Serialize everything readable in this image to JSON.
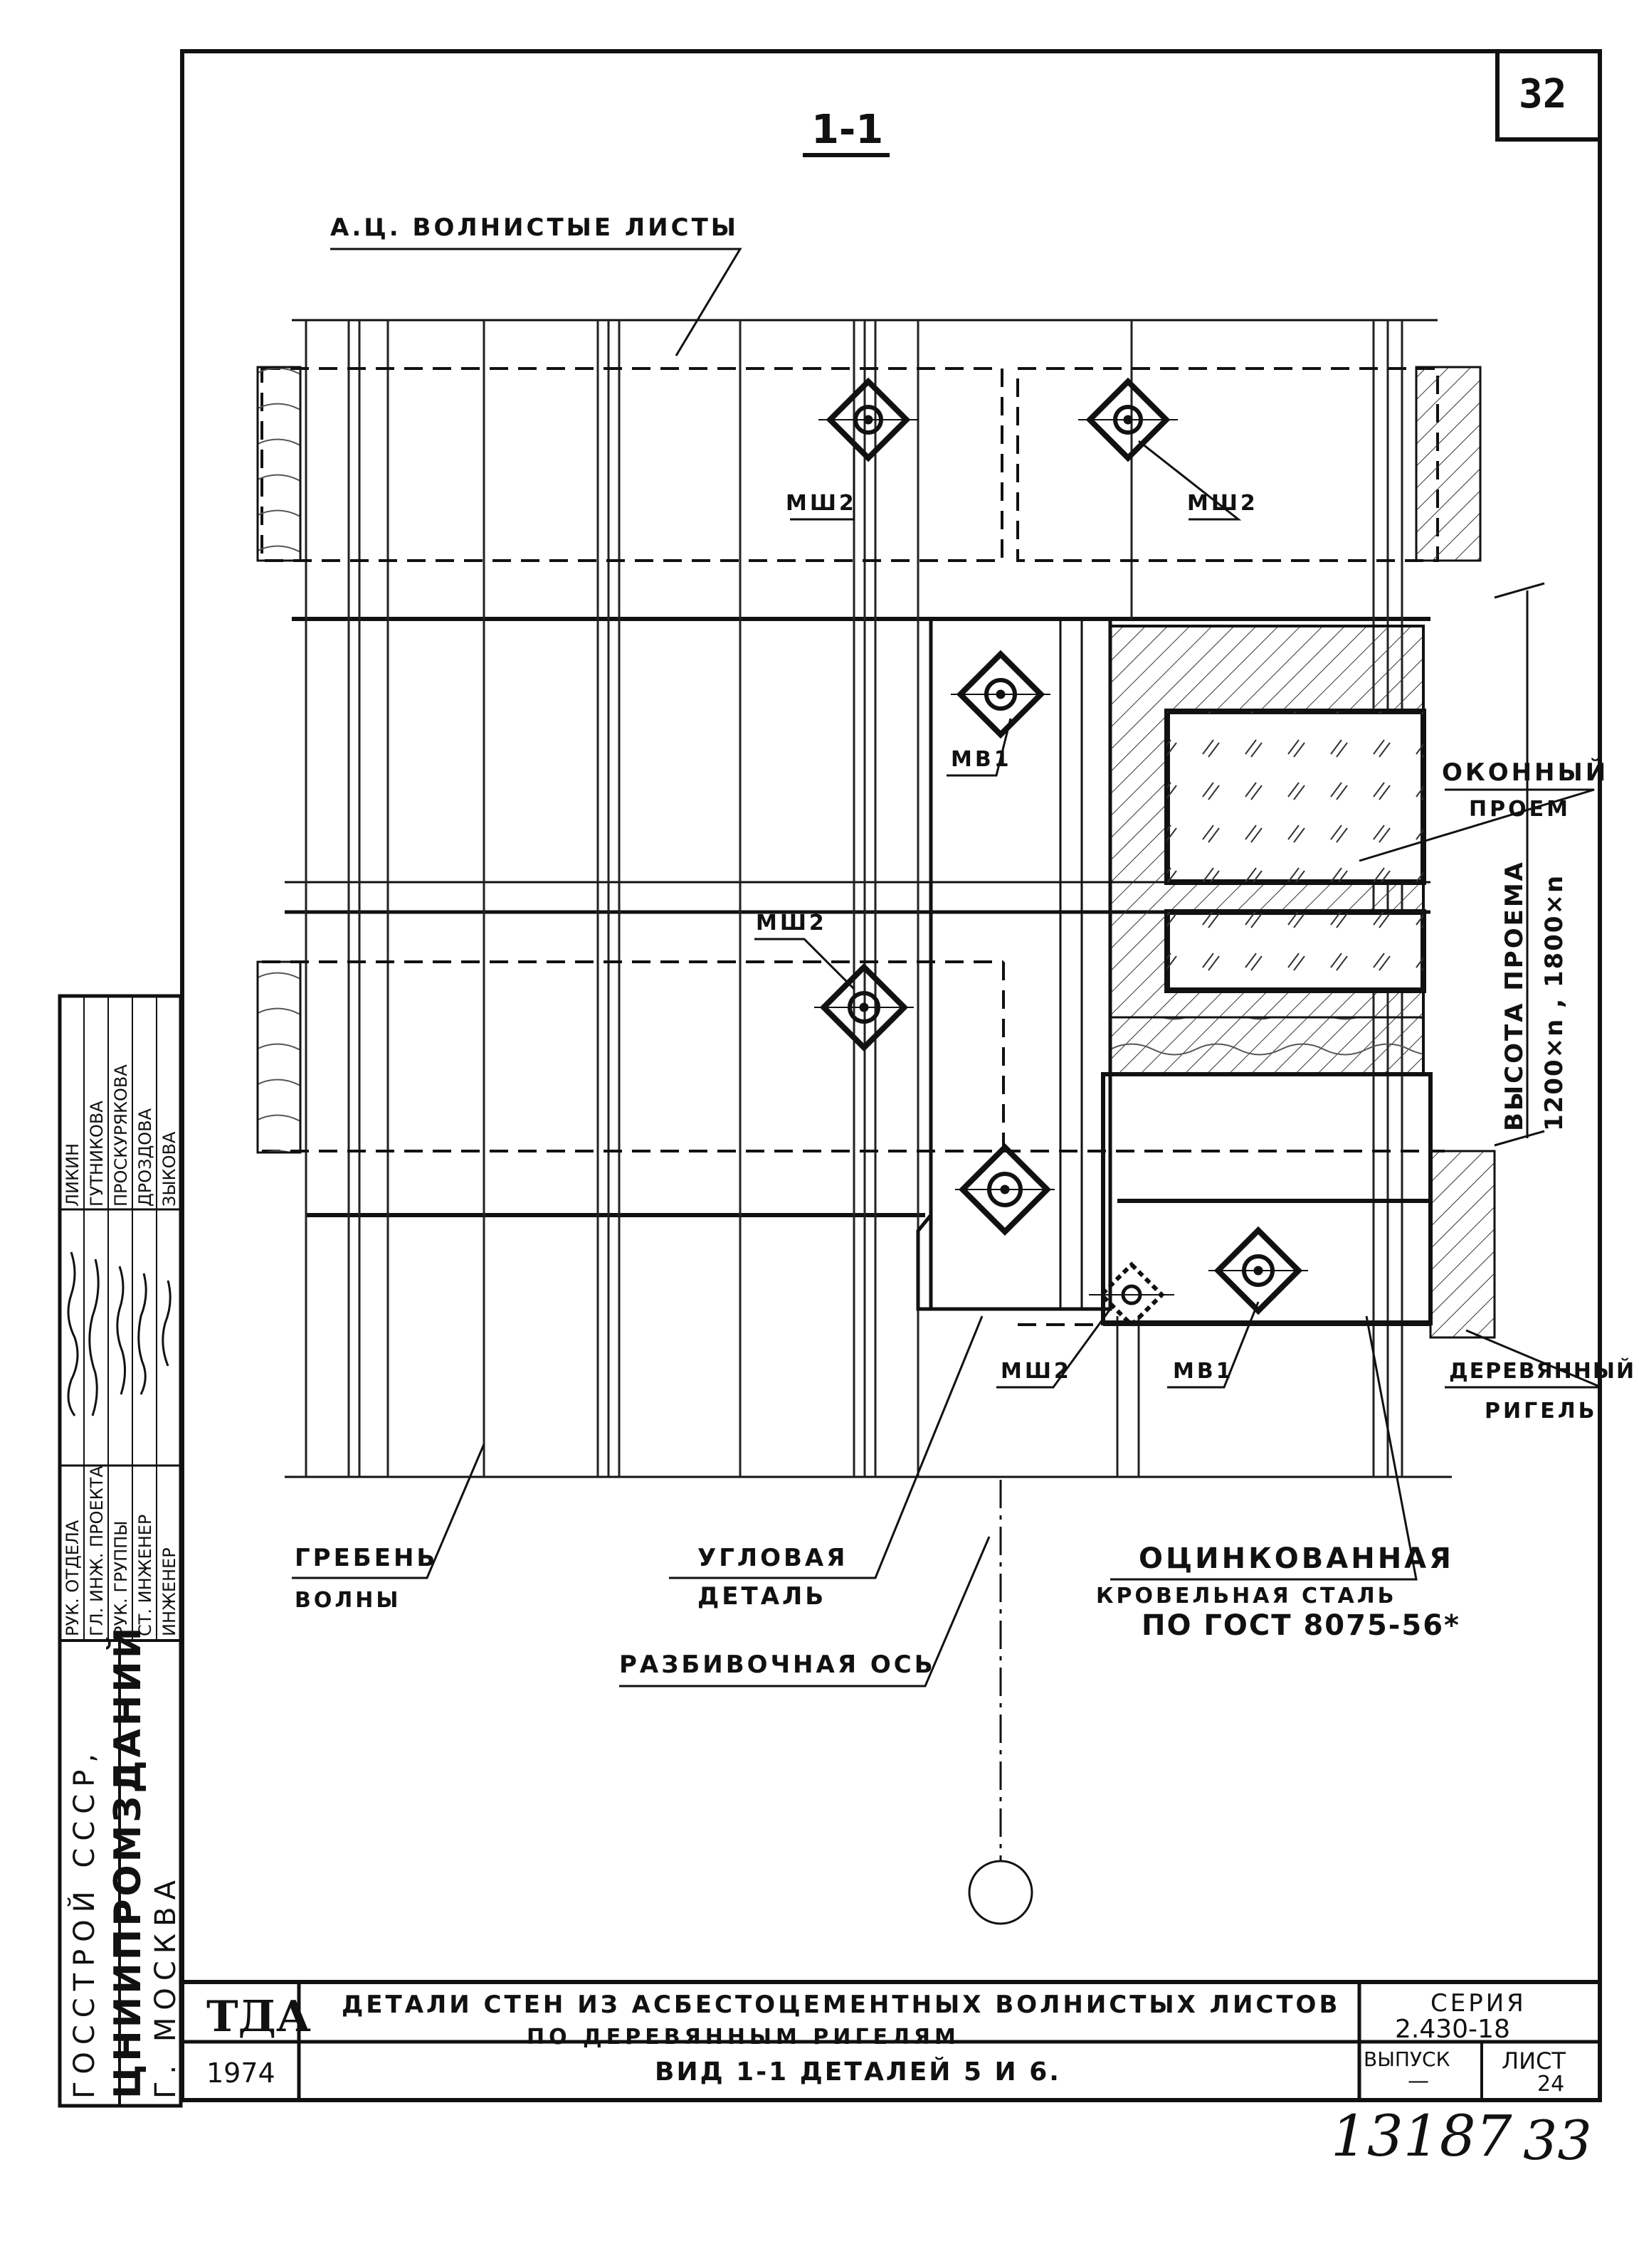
{
  "sheet": {
    "page_number": "32",
    "section_mark": "1-1",
    "handwritten_number": "13187",
    "handwritten_page": "33"
  },
  "labels": {
    "top_sheets": "А.Ц. ВОЛНИСТЫЕ ЛИСТЫ",
    "msh2_a": "МШ2",
    "msh2_b": "МШ2",
    "msh2_c": "МШ2",
    "msh2_d": "МШ2",
    "mv1_a": "МВ1",
    "mv1_b": "МВ1",
    "window_opening_1": "ОКОННЫЙ",
    "window_opening_2": "ПРОЕМ",
    "opening_height_1": "ВЫСОТА ПРОЕМА",
    "opening_height_2": "1200×n , 1800×n",
    "wood_girt_1": "ДЕРЕВЯННЫЙ",
    "wood_girt_2": "РИГЕЛЬ",
    "wave_crest_1": "ГРЕБЕНЬ",
    "wave_crest_2": "ВОЛНЫ",
    "corner_detail_1": "УГЛОВАЯ",
    "corner_detail_2": "ДЕТАЛЬ",
    "galvanized_1": "ОЦИНКОВАННАЯ",
    "galvanized_2": "КРОВЕЛЬНАЯ СТАЛЬ",
    "galvanized_3": "ПО ГОСТ 8075-56*",
    "layout_axis": "РАЗБИВОЧНАЯ ОСЬ"
  },
  "stamp": {
    "org_1": "ГОССТРОЙ СССР,",
    "org_2": "ЦНИИПРОМЗДАНИЙ",
    "org_3": "Г. МОСКВА",
    "roles": [
      "РУК. ОТДЕЛА",
      "ГЛ. ИНЖ. ПРОЕКТА",
      "РУК. ГРУППЫ",
      "СТ. ИНЖЕНЕР",
      "ИНЖЕНЕР"
    ],
    "names": [
      "ЛИКИН",
      "ГУТНИКОВА",
      "ПРОСКУРЯКОВА",
      "ДРОЗДОВА",
      "ЗЫКОВА"
    ]
  },
  "title_block": {
    "logo": "ТДА",
    "year": "1974",
    "title_1": "ДЕТАЛИ СТЕН ИЗ АСБЕСТОЦЕМЕНТНЫХ ВОЛНИСТЫХ ЛИСТОВ",
    "title_2": "ПО ДЕРЕВЯННЫМ РИГЕЛЯМ",
    "subtitle": "ВИД 1-1 ДЕТАЛЕЙ 5 И 6.",
    "series_label": "СЕРИЯ",
    "series_value": "2.430-18",
    "issue_label": "ВЫПУСК",
    "issue_value": "—",
    "sheet_label": "ЛИСТ",
    "sheet_value": "24"
  }
}
